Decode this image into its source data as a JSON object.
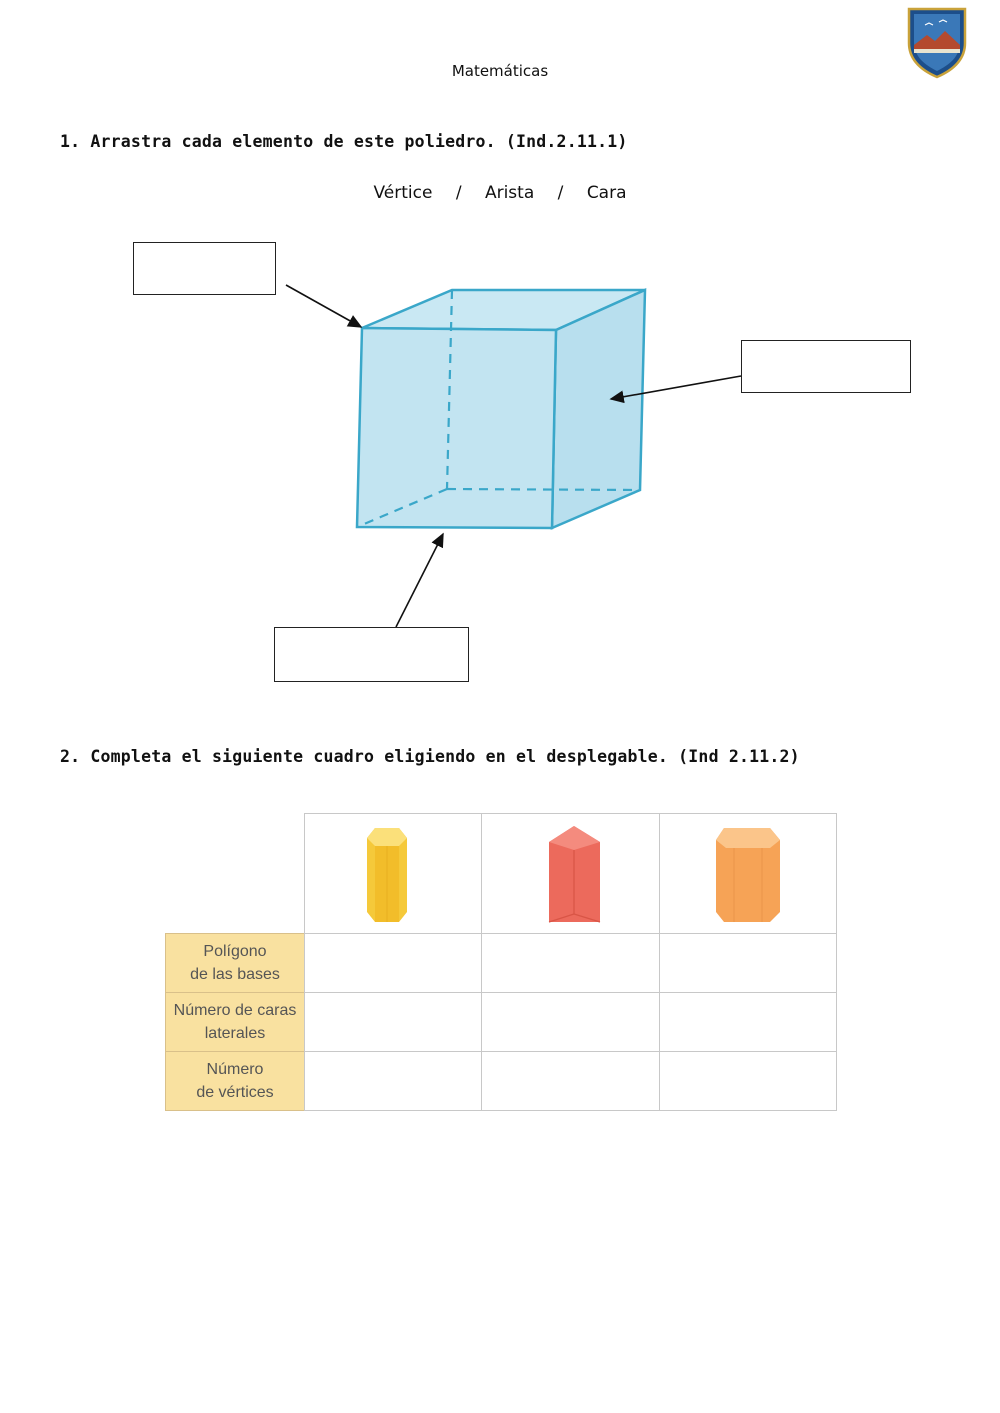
{
  "header": {
    "subject": "Matemáticas"
  },
  "question1": {
    "prompt": "1. Arrastra cada elemento de este poliedro. (Ind.2.11.1)",
    "word_bank": [
      "Vértice",
      "Arista",
      "Cara"
    ],
    "separator": "/"
  },
  "question2": {
    "prompt": "2.  Completa el siguiente cuadro eligiendo en el desplegable. (Ind 2.11.2)",
    "row_headers": [
      "Polígono\nde las bases",
      "Número de caras\nlaterales",
      "Número\nde vértices"
    ]
  },
  "colors": {
    "cube_fill": "#bfe2ef",
    "cube_edge": "#3aa7c9",
    "prism_yellow": "#f5c93a",
    "prism_red": "#ec6a5c",
    "prism_orange": "#f6a356",
    "header_cell": "#f9e1a0"
  }
}
